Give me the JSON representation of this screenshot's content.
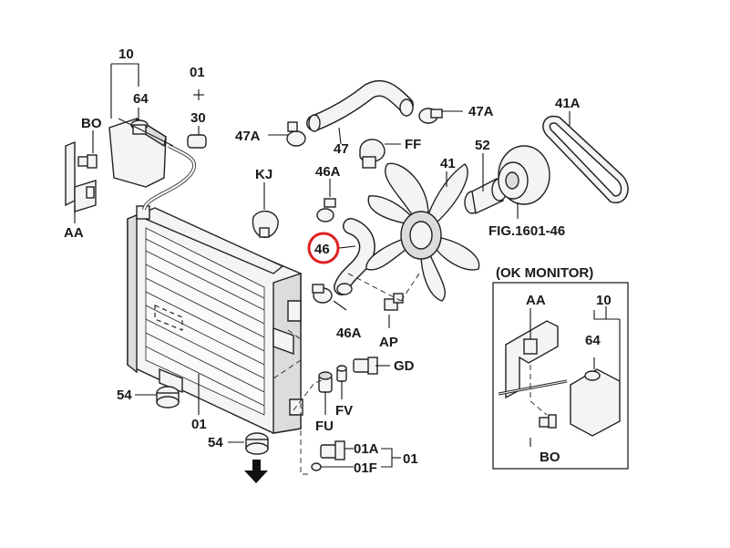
{
  "labels": {
    "l10_top": "10",
    "l64_top": "64",
    "lBO_top": "BO",
    "lAA_left": "AA",
    "l01_top": "01",
    "l30": "30",
    "l47A_left": "47A",
    "lKJ": "KJ",
    "l47": "47",
    "lFF": "FF",
    "l47A_right": "47A",
    "l46A_top": "46A",
    "l46": "46",
    "l41": "41",
    "l52": "52",
    "l41A": "41A",
    "lFIG": "FIG.1601-46",
    "l46A_bottom": "46A",
    "lAP": "AP",
    "lGD": "GD",
    "lFV": "FV",
    "lFU": "FU",
    "l54_left": "54",
    "l01_bottom": "01",
    "l54_bottom": "54",
    "l01A": "01A",
    "l01F": "01F",
    "l01_right": "01",
    "ok_title": "(OK MONITOR)",
    "lAA_box": "AA",
    "l10_box": "10",
    "l64_box": "64",
    "lBO_box": "BO"
  },
  "colors": {
    "highlight_circle": "#e02020",
    "line": "#222222"
  }
}
